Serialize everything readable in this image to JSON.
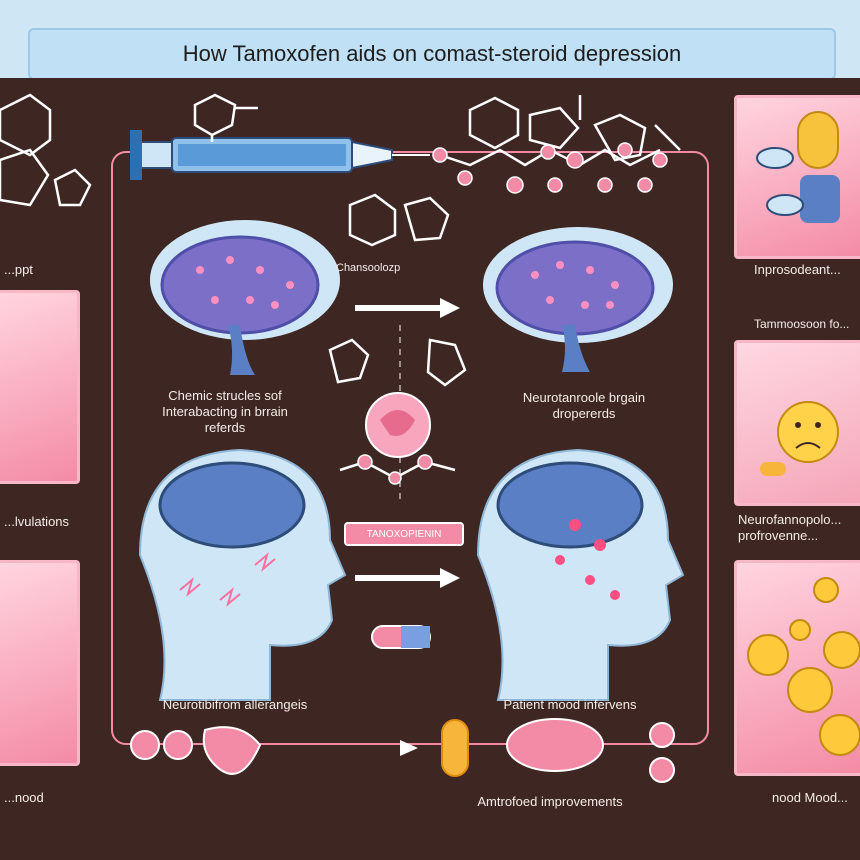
{
  "title": "How Tamoxofen aids on comast-steroid depression",
  "labels": {
    "left_top": "...ppt",
    "left_mid": "...lvulations",
    "left_bottom": "...nood",
    "center_small": "Chansoolozp",
    "top_left_caption": "Chemic strucles sof\nInterabacting in brrain\nreferds",
    "top_right_caption": "Neurotanroole brgain\ndropererds",
    "pill_label": "TANOXOPIENIN",
    "bottom_left_caption": "Neurotibifrom allerangeis",
    "bottom_right_caption": "Patient mood infervens",
    "bottom_center": "Amtrofoed improvements",
    "right_top": "Inprosodeant...",
    "right_mid": "Tammoosoon fo...",
    "right_lower": "Neurofannopolo...\nprofrovenne...",
    "right_bottom": "nood Mood..."
  },
  "colors": {
    "board": "#3e2723",
    "accent_pink": "#f48ba6",
    "head_blue": "#cfe6f6",
    "brain_blue": "#5b7fc4"
  }
}
